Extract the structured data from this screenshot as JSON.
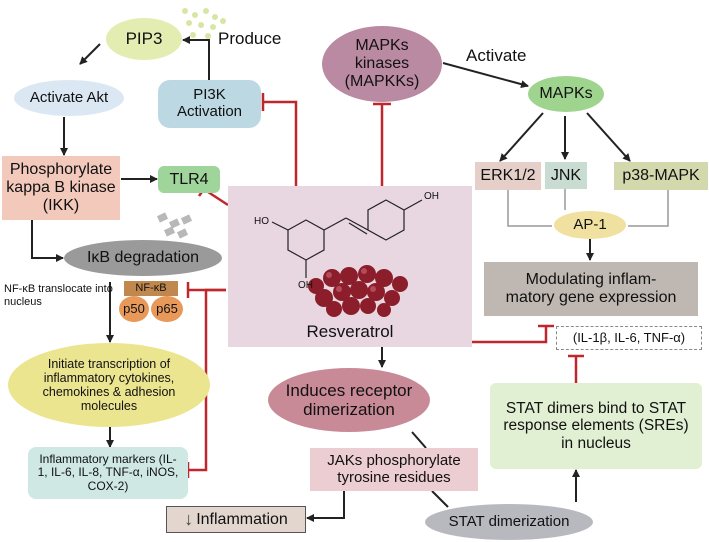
{
  "nodes": {
    "pip3": "PIP3",
    "produce": "Produce",
    "pi3k": "PI3K Activation",
    "activate_akt": "Activate Akt",
    "ikk": "Phosphorylate kappa B kinase (IKK)",
    "tlr4": "TLR4",
    "ikb": "IκB degradation",
    "nfkb_translocate": "NF-κB translocate into nucleus",
    "nfkb": "NF-κB",
    "p50": "p50",
    "p65": "p65",
    "initiate": "Initiate transcription of inflammatory cytokines, chemokines & adhesion molecules",
    "markers": "Inflammatory markers (IL-1, IL-6, IL-8, TNF-α, iNOS, COX-2)",
    "inflammation": "Inflammation",
    "inflammation_arrow": "↓",
    "mapkk": "MAPKs kinases (MAPKKs)",
    "activate": "Activate",
    "mapks": "MAPKs",
    "erk": "ERK1/2",
    "jnk": "JNK",
    "p38": "p38-MAPK",
    "ap1": "AP-1",
    "modulating": "Modulating inflam-matory gene expression",
    "cytokines": "(IL-1β, IL-6, TNF-α)",
    "resveratrol": "Resveratrol",
    "oh1": "OH",
    "oh2": "HO",
    "oh3": "OH",
    "induces": "Induces receptor dimerization",
    "jaks": "JAKs phosphorylate tyrosine residues",
    "stat_dimer": "STAT dimerization",
    "stat_bind": "STAT dimers bind to STAT response elements (SREs) in nucleus"
  },
  "colors": {
    "inhibit": "#c0272d",
    "arrow": "#222222",
    "pip3": "#e3edb2",
    "pi3k": "#bcd8e3",
    "akt": "#dbe8f3",
    "ikk": "#f2c9bb",
    "tlr4": "#9fd49a",
    "ikb": "#9a9a9a",
    "nfkb": "#c0884e",
    "p50": "#e8995a",
    "initiate": "#ece590",
    "markers": "#cfe8e4",
    "inflammation": "#e2d6cf",
    "mapkk": "#b98aa2",
    "mapks": "#9fd48f",
    "erk": "#e6cfc8",
    "jnk": "#c8dcd2",
    "p38": "#d3d8ad",
    "ap1": "#f0e1a0",
    "modulating": "#bfb7b2",
    "resveratrol": "#e8d6e0",
    "induces": "#c98a98",
    "jaks": "#eccdd1",
    "stat_dimer": "#b8b8bf",
    "stat_bind": "#e1efd3",
    "grape": "#8b1e2a"
  }
}
